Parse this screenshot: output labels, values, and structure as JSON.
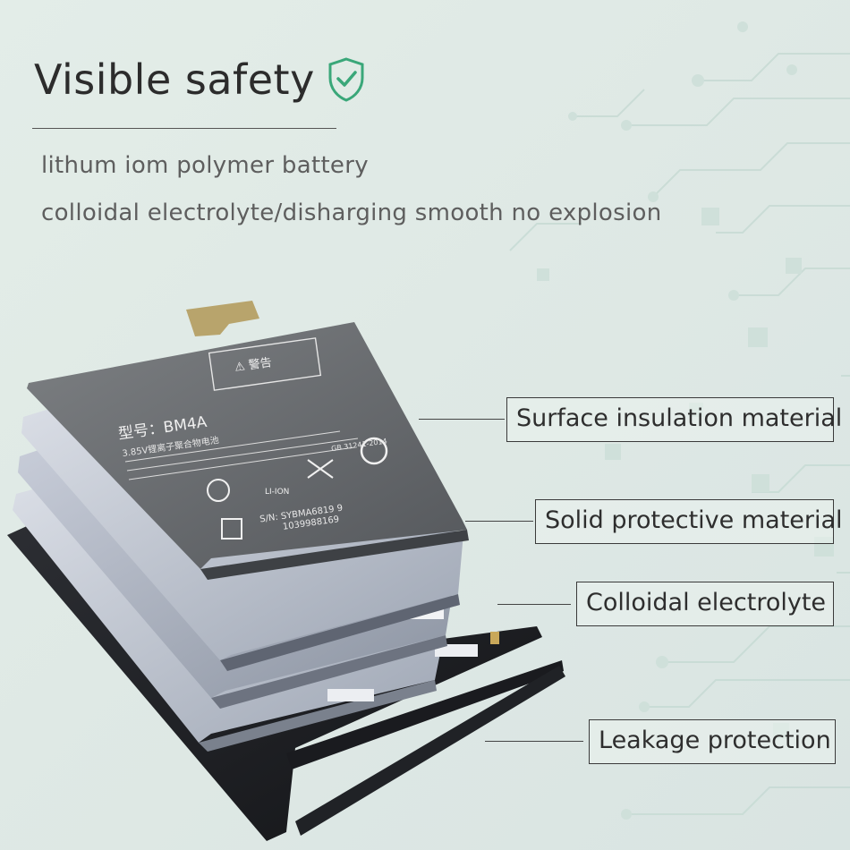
{
  "header": {
    "title": "Visible safety",
    "shield_color": "#3aa779",
    "subtitle_line1": "lithum iom polymer battery",
    "subtitle_line2": "colloidal electrolyte/disharging smooth no explosion"
  },
  "battery_label": {
    "warning": "⚠ 警告",
    "model": "型号：BM4A",
    "battery_type": "3.85V锂离子聚合物电池",
    "li_ion": "LI-ION",
    "serial": "S/N: SYBMA6819 9",
    "code": "1039988169",
    "standard": "GB 31241-2014"
  },
  "callouts": [
    {
      "label": "Surface insulation material"
    },
    {
      "label": "Solid protective material"
    },
    {
      "label": "Colloidal electrolyte"
    },
    {
      "label": "Leakage protection"
    }
  ],
  "colors": {
    "background": "#e0ebe6",
    "circuit": "#c9dcd6",
    "label_plate": "#6b6e71",
    "layer_silver": "#9aa3b0",
    "base_black": "#1e2024"
  }
}
